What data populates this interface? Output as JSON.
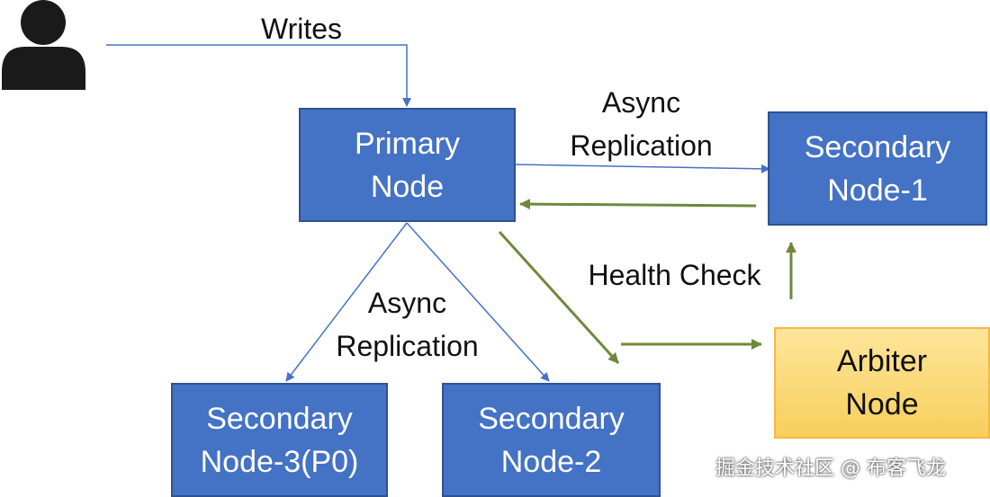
{
  "nodes": {
    "primary": "Primary\nNode",
    "secondary1": "Secondary\nNode-1",
    "secondary2": "Secondary\nNode-2",
    "secondary3": "Secondary\nNode-3(P0)",
    "arbiter": "Arbiter\nNode"
  },
  "labels": {
    "writes": "Writes",
    "async_top": "Async\nReplication",
    "async_bottom": "Async\nReplication",
    "health_check": "Health Check"
  },
  "watermark": "掘金技术社区 @ 布客飞龙",
  "colors": {
    "node_blue": "#4472c4",
    "arbiter_yellow": "#ffd966",
    "replication_arrow": "#4472c4",
    "health_arrow": "#70883c"
  },
  "icons": {
    "user": "person-icon"
  }
}
